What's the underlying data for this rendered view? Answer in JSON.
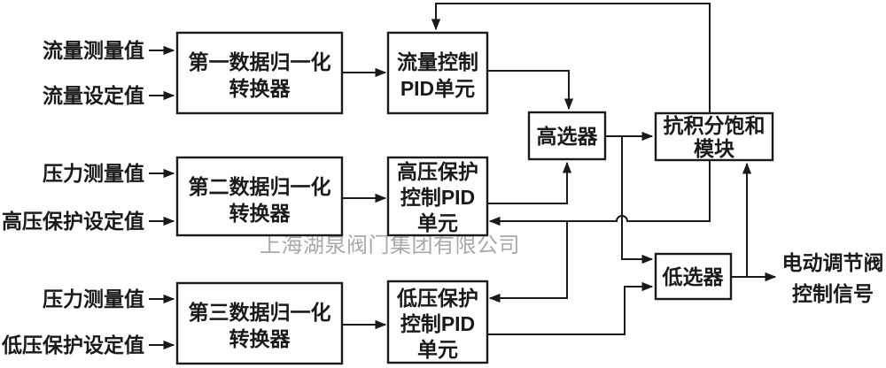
{
  "watermark": "上海湖泉阀门集团有限公司",
  "inputs": [
    {
      "label": "流量测量值"
    },
    {
      "label": "流量设定值"
    },
    {
      "label": "压力测量值"
    },
    {
      "label": "高压保护设定值"
    },
    {
      "label": "压力测量值"
    },
    {
      "label": "低压保护设定值"
    }
  ],
  "blocks": {
    "normalizer1": {
      "lines": [
        "第一数据归一化",
        "转换器"
      ]
    },
    "normalizer2": {
      "lines": [
        "第二数据归一化",
        "转换器"
      ]
    },
    "normalizer3": {
      "lines": [
        "第三数据归一化",
        "转换器"
      ]
    },
    "flow_pid": {
      "lines": [
        "流量控制",
        "PID单元"
      ]
    },
    "high_pressure_pid": {
      "lines": [
        "高压保护",
        "控制PID",
        "单元"
      ]
    },
    "low_pressure_pid": {
      "lines": [
        "低压保护",
        "控制PID",
        "单元"
      ]
    },
    "high_selector": {
      "lines": [
        "高选器"
      ]
    },
    "low_selector": {
      "lines": [
        "低选器"
      ]
    },
    "anti_windup": {
      "lines": [
        "抗积分饱和",
        "模块"
      ]
    }
  },
  "output": {
    "lines": [
      "电动调节阀",
      "控制信号"
    ]
  },
  "colors": {
    "line": "#1a1a1a",
    "background": "#ffffff",
    "box_fill": "#ffffff",
    "watermark": "#a9a9a9"
  }
}
